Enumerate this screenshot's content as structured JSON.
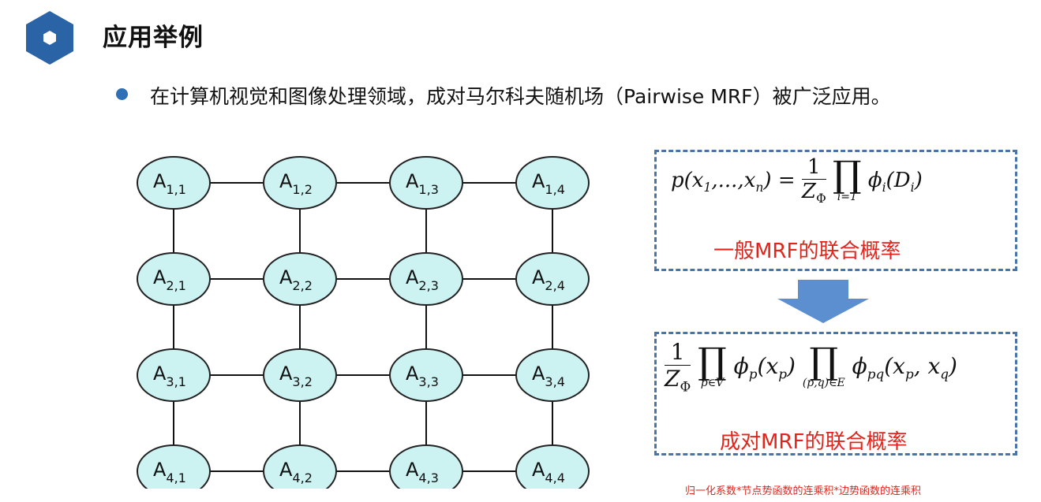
{
  "header": {
    "title": "应用举例"
  },
  "bullet": {
    "text": "在计算机视觉和图像处理领域，成对马尔科夫随机场（Pairwise MRF）被广泛应用。"
  },
  "grid": {
    "rows": 4,
    "cols": 4,
    "node_prefix": "A",
    "nodes": [
      [
        "1,1",
        "1,2",
        "1,3",
        "1,4"
      ],
      [
        "2,1",
        "2,2",
        "2,3",
        "2,4"
      ],
      [
        "3,1",
        "3,2",
        "3,3",
        "3,4"
      ],
      [
        "4,1",
        "4,2",
        "4,3",
        "4,4"
      ]
    ],
    "node_fill": "#ccf2f2",
    "edge_color": "#111111"
  },
  "formula1": {
    "caption": "一般MRF的联合概率"
  },
  "formula2": {
    "caption": "成对MRF的联合概率"
  },
  "footnote": "归一化系数*节点势函数的连乘积*边势函数的连乘积",
  "colors": {
    "accent_blue": "#2f6fb5",
    "caption_red": "#e0261c",
    "arrow_blue": "#5b8fd0",
    "box_border": "#4a74a8"
  }
}
